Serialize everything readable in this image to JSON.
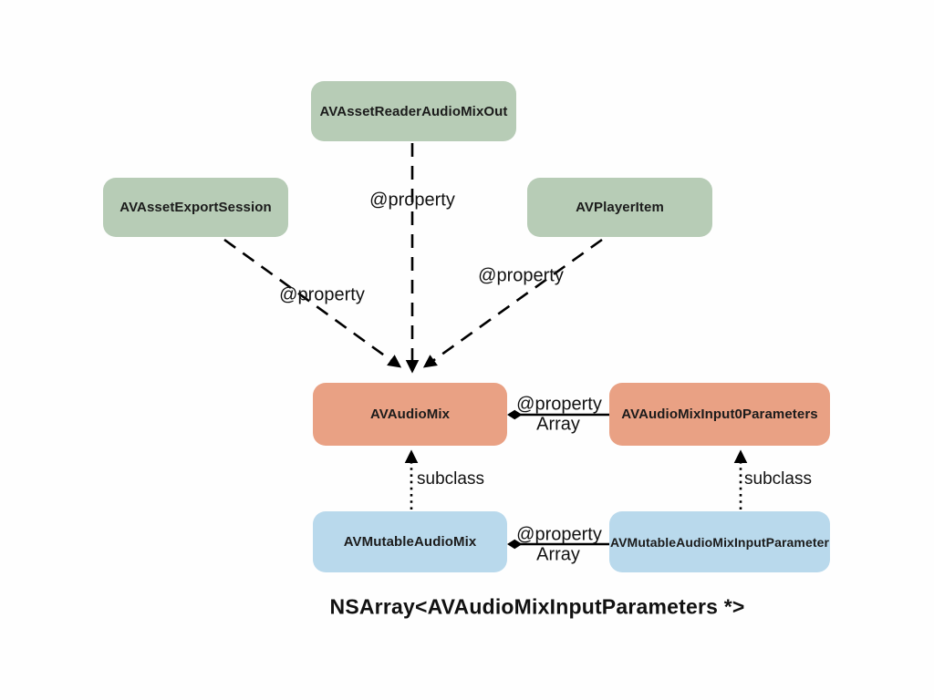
{
  "diagram": {
    "nodes": {
      "asset_reader_audio_mix_out": {
        "label": "AVAssetReaderAudioMixOut",
        "color": "#b7ccb6"
      },
      "asset_export_session": {
        "label": "AVAssetExportSession",
        "color": "#b7ccb6"
      },
      "player_item": {
        "label": "AVPlayerItem",
        "color": "#b7ccb6"
      },
      "audio_mix": {
        "label": "AVAudioMix",
        "color": "#e9a184"
      },
      "audio_mix_input_parameters": {
        "label": "AVAudioMixInput0Parameters",
        "color": "#e9a184"
      },
      "mutable_audio_mix": {
        "label": "AVMutableAudioMix",
        "color": "#b9d9ec"
      },
      "mutable_audio_mix_input_parameter": {
        "label": "AVMutableAudioMixInputParameter",
        "color": "#b9d9ec"
      }
    },
    "edge_labels": {
      "reader_property": "@property",
      "export_property": "@property",
      "player_property": "@property",
      "mix_property": "@property",
      "mix_array": "Array",
      "mutable_property": "@property",
      "mutable_array": "Array",
      "subclass_left": "subclass",
      "subclass_right": "subclass"
    },
    "caption": "NSArray<AVAudioMixInputParameters *>",
    "colors": {
      "node_green": "#b7ccb6",
      "node_orange": "#e9a184",
      "node_blue": "#b9d9ec",
      "line": "#000000",
      "text": "#1b1b1b",
      "background": "#fefefe"
    }
  }
}
